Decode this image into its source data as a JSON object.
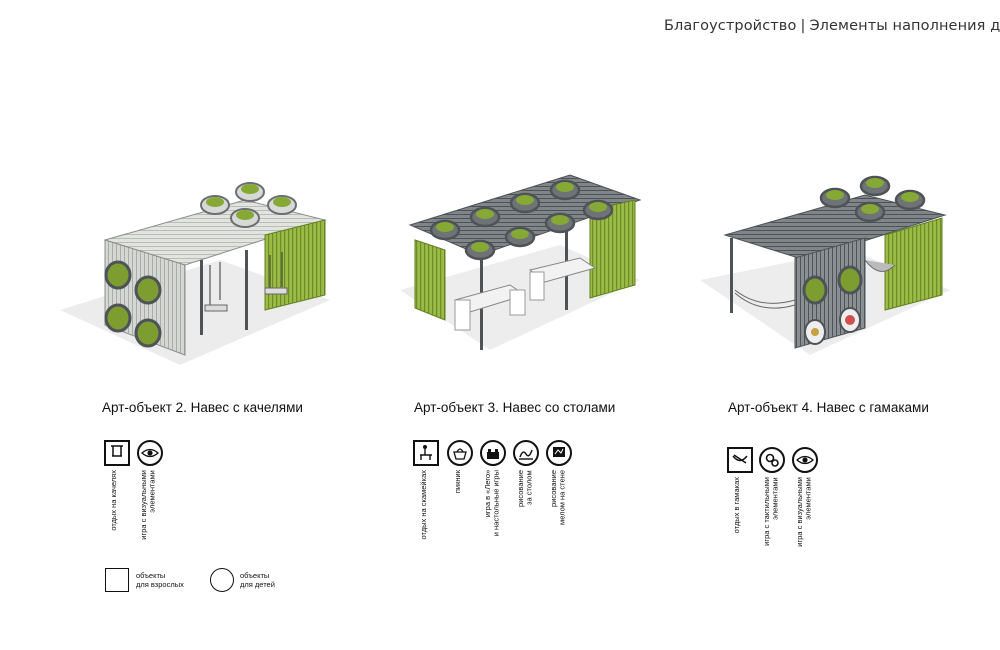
{
  "header": {
    "section": "Благоустройство",
    "subtitle": "Элементы наполнения двора"
  },
  "objects": [
    {
      "title": "Арт-объект 2. Навес с качелями",
      "activities": [
        "отдых на качелях",
        "игра с визуальными\nэлементами"
      ]
    },
    {
      "title": "Арт-объект 3. Навес со столами",
      "activities": [
        "отдых на скамейках",
        "пикник",
        "игра в «Лего»\nи настольные игры",
        "рисование\nза столом",
        "рисование\nмелом на стене"
      ]
    },
    {
      "title": "Арт-объект 4. Навес с гамаками",
      "activities": [
        "отдых в гамаках",
        "игра с тактильными\nэлементами",
        "игра с визуальными\nэлементами"
      ]
    }
  ],
  "legend": {
    "adults": "объекты\nдля взрослых",
    "children": "объекты\nдля детей"
  },
  "colors": {
    "green": "#8fb03a",
    "slat": "#6b6f73",
    "light_slat": "#c9ccc8",
    "frame": "#4e5357"
  },
  "icon_names": [
    "swing-icon",
    "eye-icon",
    "bench-icon",
    "picnic-icon",
    "lego-icon",
    "drawing-table-icon",
    "chalk-wall-icon",
    "hammock-icon",
    "gears-icon",
    "eye-icon"
  ]
}
